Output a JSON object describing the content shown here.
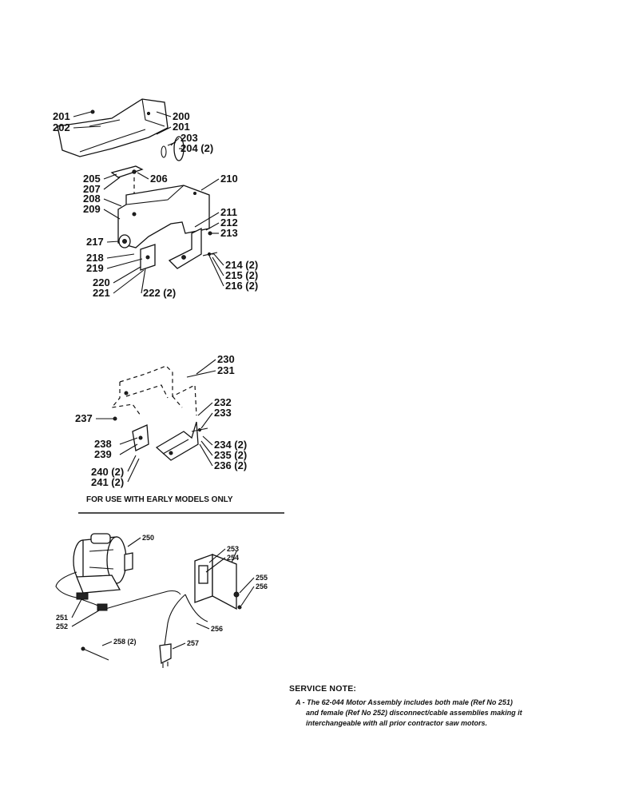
{
  "section1": {
    "callouts": [
      "201",
      "202",
      "200",
      "201",
      "203",
      "204 (2)",
      "205",
      "207",
      "206",
      "210",
      "208",
      "209",
      "211",
      "212",
      "213",
      "217",
      "218",
      "219",
      "214 (2)",
      "215 (2)",
      "216 (2)",
      "220",
      "221",
      "222 (2)"
    ]
  },
  "section2": {
    "callouts": [
      "230",
      "231",
      "232",
      "233",
      "237",
      "238",
      "239",
      "234 (2)",
      "235 (2)",
      "236 (2)",
      "240 (2)",
      "241 (2)"
    ],
    "caption": "FOR USE WITH EARLY MODELS ONLY"
  },
  "section3": {
    "callouts": [
      "250",
      "253",
      "254",
      "255",
      "256",
      "251",
      "252",
      "256",
      "257",
      "258 (2)"
    ]
  },
  "service_note": {
    "heading": "SERVICE NOTE:",
    "line1": "A - The 62-044 Motor Assembly includes both male (Ref No 251)",
    "line2": "and female (Ref No 252) disconnect/cable assemblies making it",
    "line3": "interchangeable with all prior contractor saw motors."
  }
}
